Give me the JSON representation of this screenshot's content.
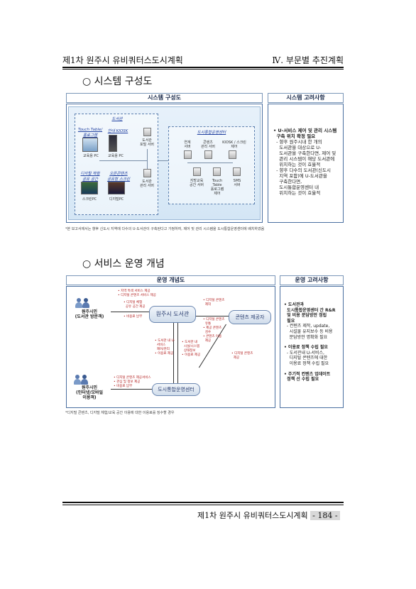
{
  "header": {
    "left": "제1차 원주시 유비쿼터스도시계획",
    "right": "Ⅳ. 부문별 추진계획"
  },
  "section1": {
    "title": "○ 시스템 구성도",
    "diagram_head": "시스템 구성도",
    "side_head": "시스템 고려사항",
    "library_label": "도서관",
    "touch_table": "Touch Table/\n홀로그램",
    "kiosk": "안내 KIOSK",
    "digital_exp": "디지털 체험\n공유 공간",
    "book_content": "오픈콘텐츠\n공유형 스크린",
    "server1": "도서관\n포털 서버",
    "server2": "도서관\n관리 서버",
    "center_label": "도시통합운영센터",
    "c_items": [
      "연계\n서버",
      "콘텐츠\n관리 서버",
      "KIOSK / 스크린\n제어"
    ],
    "c_items2": [
      "지방교육\n공간 서버",
      "Touch\nTable\n홀로그램\n제어",
      "SMS\n서버"
    ],
    "small_cap": [
      "교육용 PC",
      "교육용 PC",
      "스크린PC",
      "디지털PC"
    ],
    "side_lines": [
      "• U-서비스 제어 및 관리 시스템",
      "  구축 위치 확정 필요",
      "  - 향후 원주시내 한 개의",
      "    도서관을 대상으로 U-",
      "    도서관을 구축한다면, 제어 및",
      "    관리 시스템이 해당 도서관에",
      "    위치하는 것이 효율적",
      "  - 향후 다수의 도서관(신도시",
      "    지역 포함)에 U-도서관을",
      "    구축한다면,",
      "    도시통합운영센터 내",
      "    위치하는 것이 효율적"
    ],
    "note": "*본 보고서에서는 향후 신도시 지역에 다수의 U-도서관이 구축된다고 가정하여, 제어 및 관리 시스템을 도시통합운영센터에 배치하였음"
  },
  "section2": {
    "title": "○ 서비스 운영 개념",
    "diagram_head": "운영 개념도",
    "side_head": "운영 고려사항",
    "user1": "원주시민\n(도서관 방문객)",
    "user2": "원주시민\n(인터넷/모바일\n이용객)",
    "library": "원주시 도서관",
    "provider": "콘텐츠 제공자",
    "center": "도시통합운영센터",
    "notes_top": [
      "• 지역 특색 서비스 제공",
      "• 디지털 콘텐츠 서비스 제공"
    ],
    "notes_lib": [
      "• 디지털 체험",
      "  공유 공간 제공",
      "• 비용료 납부"
    ],
    "notes_prov1": [
      "• 디지털 콘텐츠",
      "  제작"
    ],
    "notes_prov2": [
      "• 디지털 콘텐츠",
      "  유통",
      "• 제공 콘텐츠",
      "  검수",
      "• 콘텐츠 이용",
      "  제공"
    ],
    "notes_mid1": [
      "• 도서관 내 U-",
      "  서비스",
      "  제어/관리",
      "• 이용료 제공"
    ],
    "notes_mid2": [
      "• 도서관 내",
      "  시설/시스템",
      "  상태정보",
      "• 이용료 제공"
    ],
    "notes_right": [
      "• 디지털 콘텐츠",
      "  제공"
    ],
    "notes_bottom": [
      "• 디지털 콘텐츠 제공서비스",
      "• 관심 및 정보 제공",
      "• 비용료 납부"
    ],
    "side_lines": [
      "• 도서관과",
      "  도시통합운영센터 간 R&R",
      "  및 비용 분담방안 정립",
      "  필요",
      "  - 컨텐츠 제작, update,",
      "    시설물 유지보수 등 비용",
      "    분담방안 명확화 필요",
      "",
      "• 이용료 정책 수립 필요",
      "  - 도서관내 U-서비스,",
      "    디지털 콘텐츠에 대한",
      "    이용료 정책 수립 필요",
      "",
      "• 주기적 컨텐츠 업데이트",
      "  정책 선 수립 필요"
    ],
    "note": "*디지털 콘텐츠, 디지털 체험/교육 공간 이용에 대한 이용료를 징수할 경우"
  },
  "footer": {
    "text": "제1차 원주시 유비쿼터스도시계획",
    "page": "- 184 -"
  }
}
